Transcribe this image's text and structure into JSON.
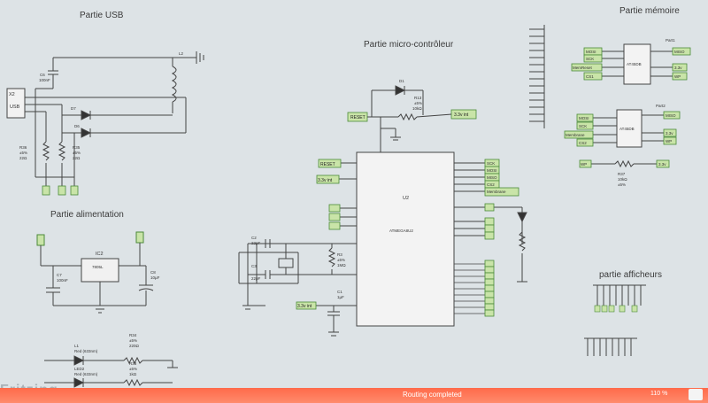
{
  "app": {
    "brand": "Fritzing",
    "status": "Routing completed",
    "zoom": "110 %"
  },
  "sections": {
    "usb": "Partie USB",
    "mcu": "Partie micro-contrôleur",
    "memory": "Partie mémoire",
    "power": "Partie alimentation",
    "displays": "partie afficheurs"
  },
  "usb": {
    "x2": "X2",
    "usb": "USB",
    "c6": "C6",
    "c6v": "100nF",
    "l2": "L2",
    "d7": "D7",
    "d6": "D6",
    "r36": "R36",
    "r36a": "±5%",
    "r36b": "22Ω",
    "r35": "R35",
    "r35a": "±5%",
    "r35b": "22Ω"
  },
  "mcu": {
    "d1": "D1",
    "r13": "R13",
    "r13a": "±5%",
    "r13b": "10kΩ",
    "reset": "RESET",
    "v33": "3.3v int",
    "u2": "U2",
    "chip": "ATMEGA8U2",
    "c2": "C2",
    "c2v": "22pF",
    "c3": "C3",
    "c3v": "22pF",
    "r3": "R3",
    "r3a": "±5%",
    "r3b": "1MΩ",
    "c1": "C1",
    "c1v": "1µF",
    "pins_right": [
      "SCK",
      "MOSI",
      "MISO",
      "CS2",
      "Membrane"
    ]
  },
  "memory": {
    "part1": "Part1",
    "part2": "Part2",
    "chip": "AT45DB",
    "p1_left": [
      "MOSI",
      "SCK",
      "MemReset",
      "CS1"
    ],
    "p1_right": [
      "MISO",
      "3.3v",
      "WP"
    ],
    "p2_left": [
      "MOSI",
      "SCK",
      "Membrane",
      "CS2"
    ],
    "p2_right": [
      "MISO",
      "3.3v",
      "WP"
    ],
    "wp": "WP",
    "v33": "3.3v",
    "r37": "R37",
    "r37a": "10kΩ",
    "r37b": "±5%"
  },
  "power": {
    "ic2": "IC2",
    "ic2v": "7805L",
    "c7": "C7",
    "c7v": "100nF",
    "c8": "C8",
    "c8v": "10µF",
    "l1": "L1",
    "l1v": "Red (633nm)",
    "r34": "R34",
    "r34a": "±5%",
    "r34b": "220Ω",
    "led2": "LED2",
    "led2v": "Red (633nm)",
    "r38": "R38",
    "r38a": "±5%",
    "r38b": "1kΩ"
  }
}
